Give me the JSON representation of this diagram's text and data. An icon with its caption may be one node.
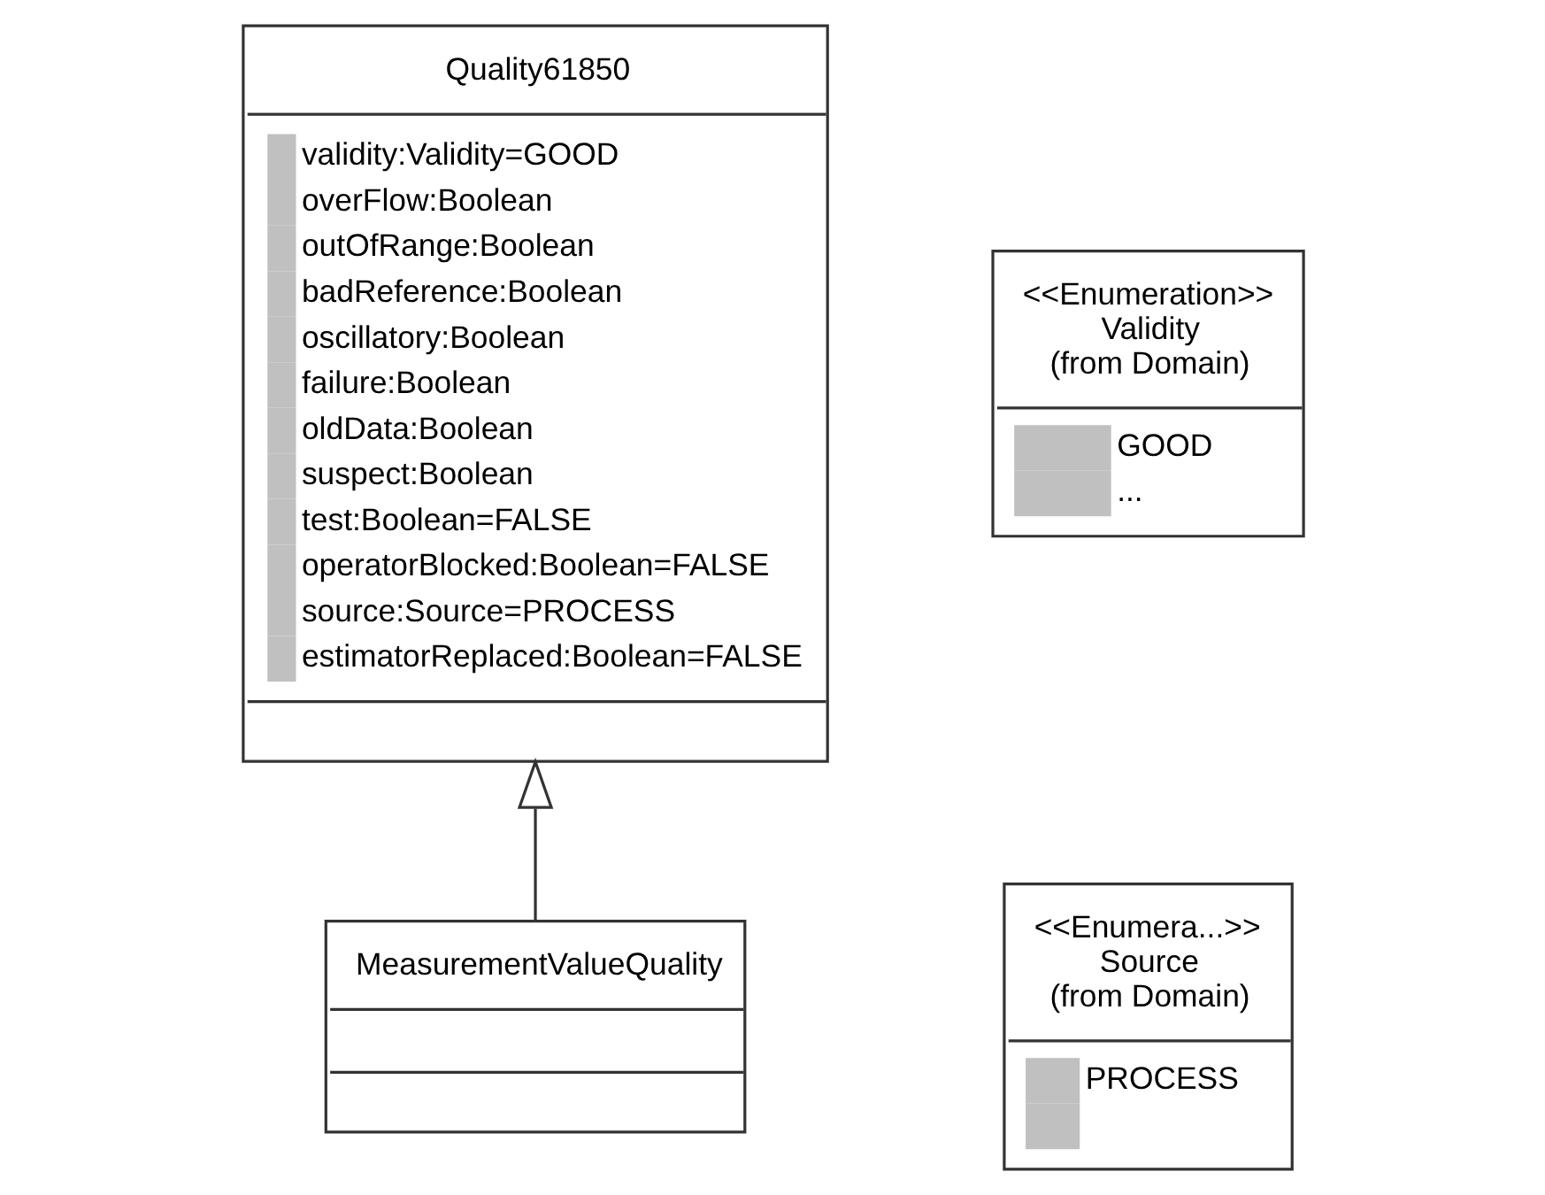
{
  "diagram": {
    "nodes": [
      {
        "text": [
          "Quality61850",
          "validity:Validity=GOOD",
          "overFlow:Boolean",
          "outOfRange:Boolean",
          "badReference:Boolean",
          "oscillatory:Boolean",
          "failure:Boolean",
          "oldData:Boolean",
          "suspect:Boolean",
          "test:Boolean=FALSE",
          "operatorBlocked:Boolean=FALSE",
          "source:Source=PROCESS",
          "estimatorReplaced:Boolean=FALSE"
        ]
      },
      {
        "text": [
          "MeasurementValueQuality"
        ]
      },
      {
        "text": [
          "<<Enumeration>>",
          "Validity",
          "(from Domain)",
          "GOOD",
          "..."
        ]
      },
      {
        "text": [
          "<<Enumera...>>",
          "Source",
          "(from Domain)",
          "PROCESS"
        ]
      }
    ],
    "edges": [
      {
        "from": 1,
        "to": 0,
        "arrow": "to"
      }
    ]
  }
}
